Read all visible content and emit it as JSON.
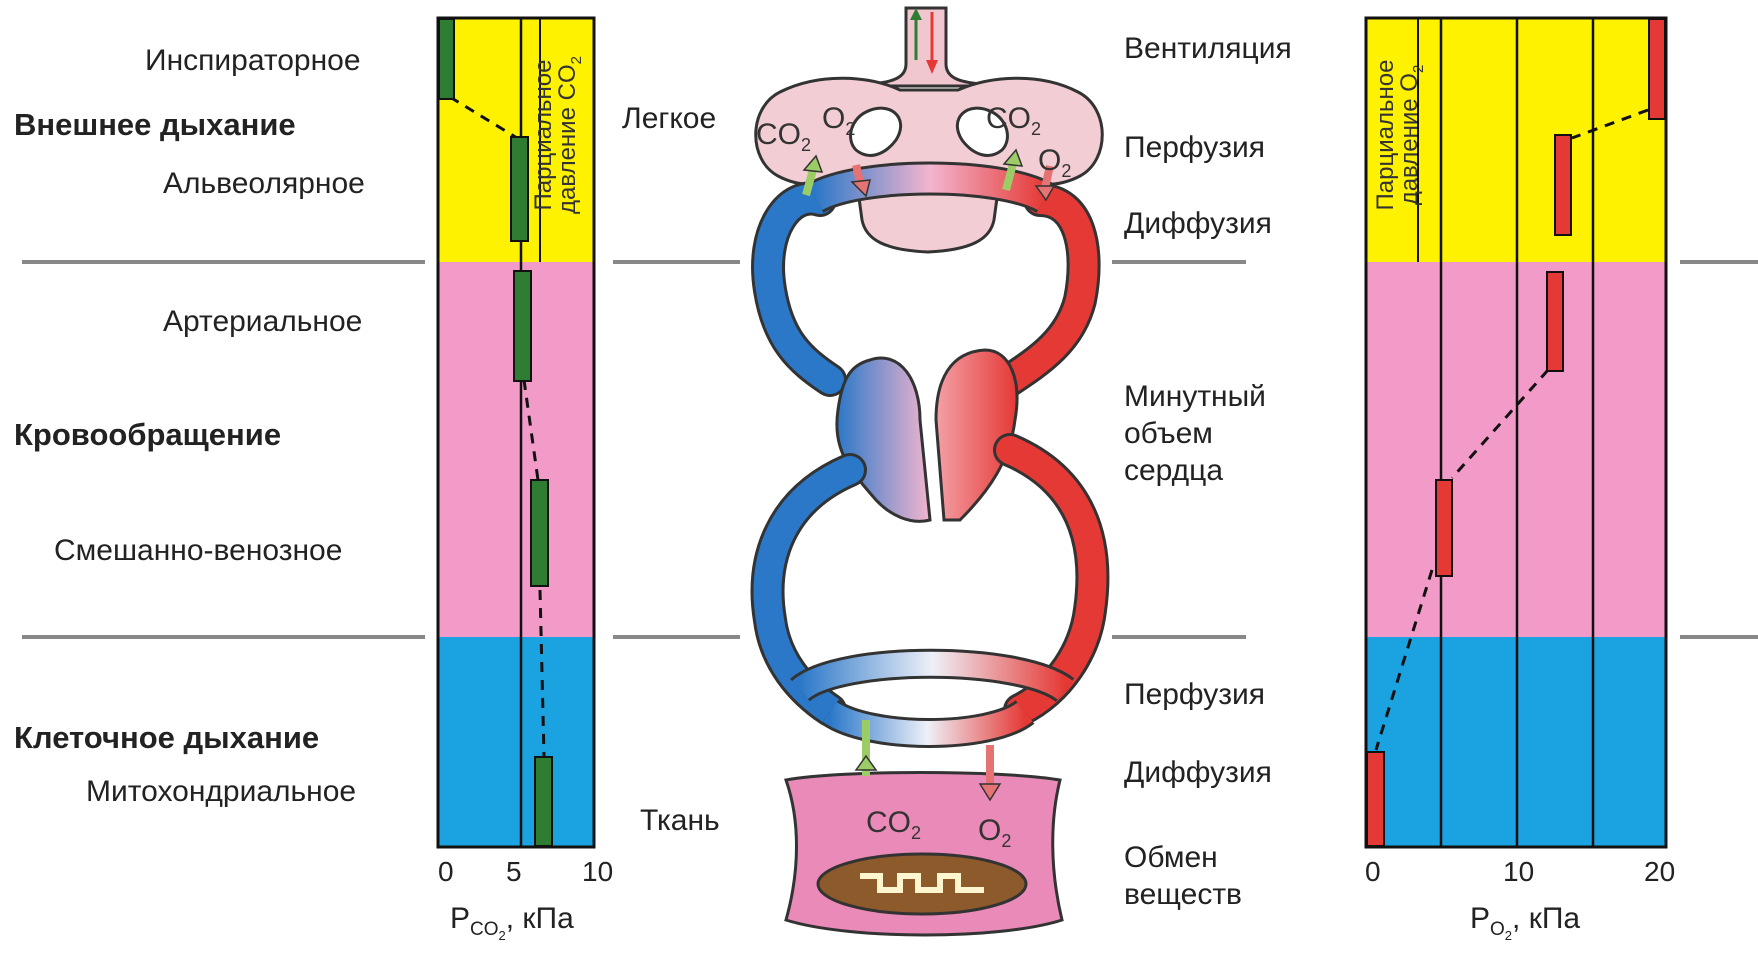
{
  "sections": {
    "external": "Внешнее дыхание",
    "circulation": "Кровообращение",
    "cellular": "Клеточное дыхание"
  },
  "left_labels": {
    "inspiratory": "Инспираторное",
    "alveolar": "Альвеолярное",
    "arterial": "Артериальное",
    "mixed_venous": "Смешанно-венозное",
    "mitochondrial": "Митохондриальное"
  },
  "right_labels": {
    "ventilation": "Вентиляция",
    "perfusion_top": "Перфузия",
    "diffusion_top": "Диффузия",
    "cardiac_output_1": "Минутный",
    "cardiac_output_2": "объем",
    "cardiac_output_3": "сердца",
    "perfusion_bottom": "Перфузия",
    "diffusion_bottom": "Диффузия",
    "metabolism_1": "Обмен",
    "metabolism_2": "веществ"
  },
  "center_labels": {
    "lung": "Легкое",
    "tissue": "Ткань",
    "co2": "CO",
    "o2": "O",
    "sub2": "2"
  },
  "left_chart": {
    "vertical_title_1": "Парциальное",
    "vertical_title_2": "давление CO",
    "vertical_title_sub": "2",
    "ticks": [
      "0",
      "5",
      "10"
    ],
    "axis_main": "P",
    "axis_sub": "CO",
    "axis_sub2": "2",
    "axis_unit": ", кПа"
  },
  "right_chart": {
    "vertical_title_1": "Парциальное",
    "vertical_title_2": "давление O",
    "vertical_title_sub": "2",
    "ticks": [
      "0",
      "10",
      "20"
    ],
    "axis_main": "P",
    "axis_sub": "O",
    "axis_sub2": "2",
    "axis_unit": ", кПа"
  },
  "colors": {
    "yellow": "#fff200",
    "pink": "#f29bc8",
    "blue": "#1aa3e0",
    "green_bar": "#2e7d32",
    "red_bar": "#e53935",
    "artery_red": "#e53935",
    "vein_blue": "#2b78c8",
    "divider": "#888888"
  }
}
